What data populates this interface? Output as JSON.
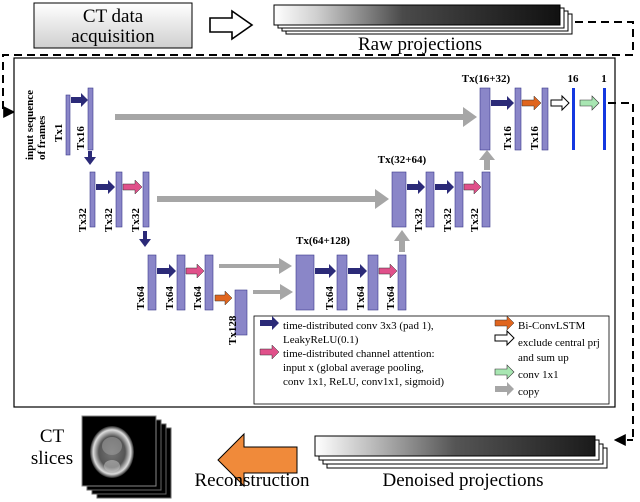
{
  "header": {
    "acquisition_line1": "CT data",
    "acquisition_line2": "acquisition",
    "raw_projections": "Raw projections"
  },
  "network": {
    "input_line1": "input sequence",
    "input_line2": "of frames",
    "dims": {
      "tx1": "Tx1",
      "tx16": "Tx16",
      "tx32": "Tx32",
      "tx64": "Tx64",
      "tx128": "Tx128",
      "cat_16_32": "Tx(16+32)",
      "cat_32_64": "Tx(32+64)",
      "cat_64_128": "Tx(64+128)",
      "out_16": "16",
      "out_1": "1"
    }
  },
  "legend": {
    "conv_line1": "time-distributed conv 3x3 (pad 1),",
    "conv_line2": "LeakyReLU(0.1)",
    "attn_line1": "time-distributed channel attention:",
    "attn_line2": "input x (global average pooling,",
    "attn_line3": "conv 1x1, ReLU, conv1x1, sigmoid)",
    "bi_convlstm": "Bi-ConvLSTM",
    "exclude_line1": "exclude central prj",
    "exclude_line2": "and sum up",
    "conv1x1": "conv 1x1",
    "copy": "copy"
  },
  "footer": {
    "ct_slices_line1": "CT",
    "ct_slices_line2": "slices",
    "reconstruction": "Reconstruction",
    "denoised_projections": "Denoised projections"
  },
  "colors": {
    "block_fill": "#8a86c8",
    "block_dark": "#4a3f9a",
    "conv_arrow": "#2b2a78",
    "attention_arrow": "#e0508a",
    "bi_convlstm_arrow": "#e0651e",
    "conv1x1_arrow": "#a8e6b2",
    "copy_arrow": "#a6a6a6",
    "output_bar": "#1438e0",
    "reconstruction_arrow": "#f08a3a"
  }
}
